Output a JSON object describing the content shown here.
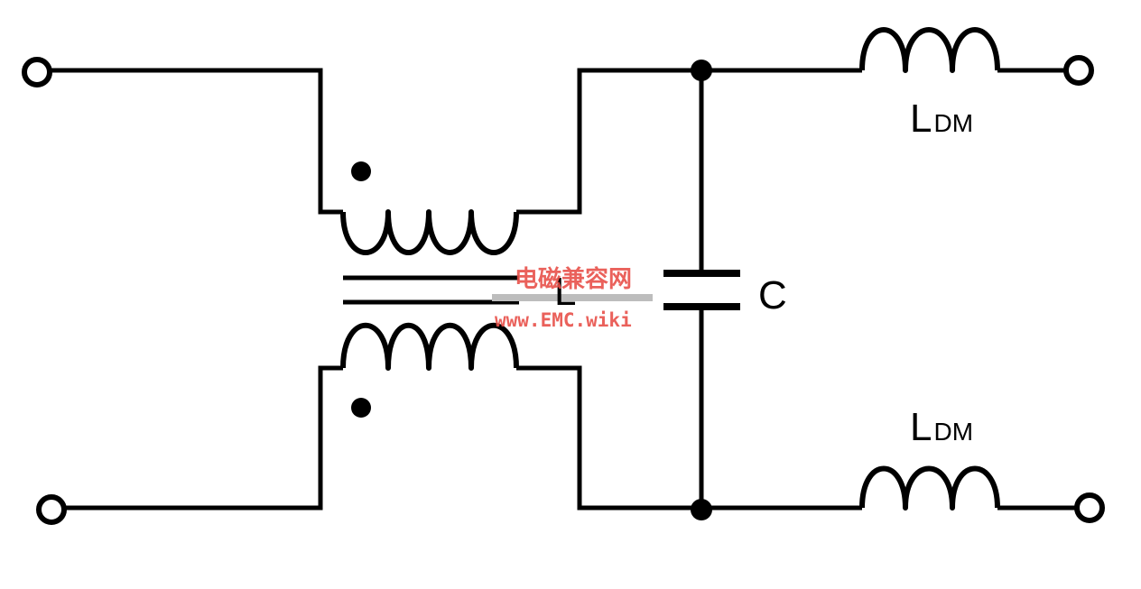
{
  "labels": {
    "common_mode_inductor": "L",
    "capacitor": "C",
    "dm_inductor_top": {
      "main": "L",
      "sub": "DM"
    },
    "dm_inductor_bottom": {
      "main": "L",
      "sub": "DM"
    }
  },
  "watermark": {
    "title": "电磁兼容网",
    "url": "www.EMC.wiki"
  },
  "colors": {
    "line": "#000000",
    "background": "#ffffff",
    "watermark_red": "#e8504a",
    "watermark_bar": "#bdbdbd"
  }
}
